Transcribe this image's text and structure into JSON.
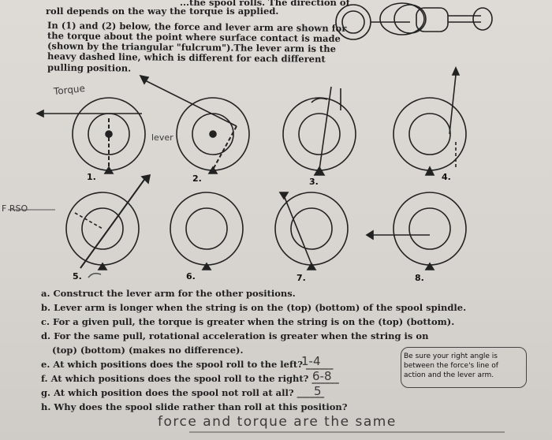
{
  "intro": {
    "line0": "...the spool rolls. The direction of",
    "line1": "roll depends on the way the torque is applied.",
    "para": [
      "In (1) and (2) below, the force and lever arm are shown for",
      "the torque about the point where surface contact is made",
      "(shown by the triangular \"fulcrum\").The lever arm is the",
      "heavy dashed line, which is different for each different",
      "pulling position."
    ]
  },
  "handwriting": {
    "torque_label": "Torque",
    "lever_label": "lever",
    "side_note": "F RSO"
  },
  "positions": [
    "1.",
    "2.",
    "3.",
    "4.",
    "5.",
    "6.",
    "7.",
    "8."
  ],
  "questions": [
    {
      "letter": "a.",
      "text": "Construct the lever arm for the other positions."
    },
    {
      "letter": "b.",
      "text": "Lever arm is longer when the string is on the (top) (bottom) of the spool spindle."
    },
    {
      "letter": "c.",
      "text": "For a given pull, the torque is greater when the string is on the (top) (bottom)."
    },
    {
      "letter": "d.",
      "text": "For the same pull, rotational acceleration is greater when the string is on"
    },
    {
      "letter": "",
      "text": "(top) (bottom) (makes no difference)."
    },
    {
      "letter": "e.",
      "text": "At which positions does the spool roll to the left? ______"
    },
    {
      "letter": "f.",
      "text": "At which positions does the spool roll to the right? ______"
    },
    {
      "letter": "g.",
      "text": "At which position does the spool not roll at all? ______"
    },
    {
      "letter": "h.",
      "text": "Why does the spool slide rather than roll at this position?"
    }
  ],
  "answers": {
    "e": "1-4",
    "f": "6-8",
    "g": "5",
    "h": "force and torque are the same"
  },
  "margin_note": "Be sure your right angle is between the force's line of action and the lever arm."
}
